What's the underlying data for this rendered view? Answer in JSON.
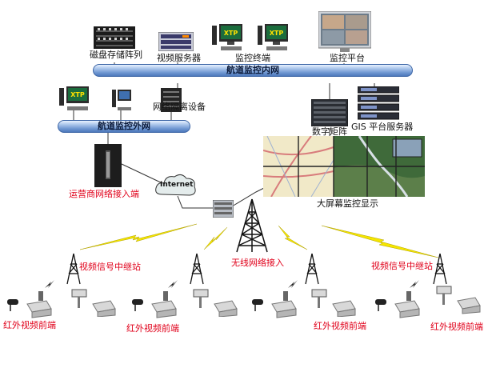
{
  "buses": {
    "internal": "航道监控内网",
    "external": "航道监控外网"
  },
  "devices": {
    "disk_array": "磁盘存储阵列",
    "video_server": "视频服务器",
    "monitor_terminal": "监控终端",
    "monitor_platform": "监控平台",
    "net_isolation": "网络隔离设备",
    "digital_matrix": "数字矩阵",
    "gis_server": "GIS 平台服务器",
    "big_screen": "大屏幕监控显示",
    "carrier_access": "运营商网络接入端",
    "internet": "Internet",
    "wireless_access": "无线网络接入",
    "relay_left": "视频信号中继站",
    "relay_right": "视频信号中继站",
    "ir_front_1": "红外视频前端",
    "ir_front_2": "红外视频前端",
    "ir_front_3": "红外视频前端",
    "ir_front_4": "红外视频前端"
  },
  "icons": {
    "monitor_screen_text": "XTP"
  },
  "colors": {
    "label_red": "#e0001a",
    "bus_blue": "#5a83c4",
    "lightning": "#f5e600"
  }
}
